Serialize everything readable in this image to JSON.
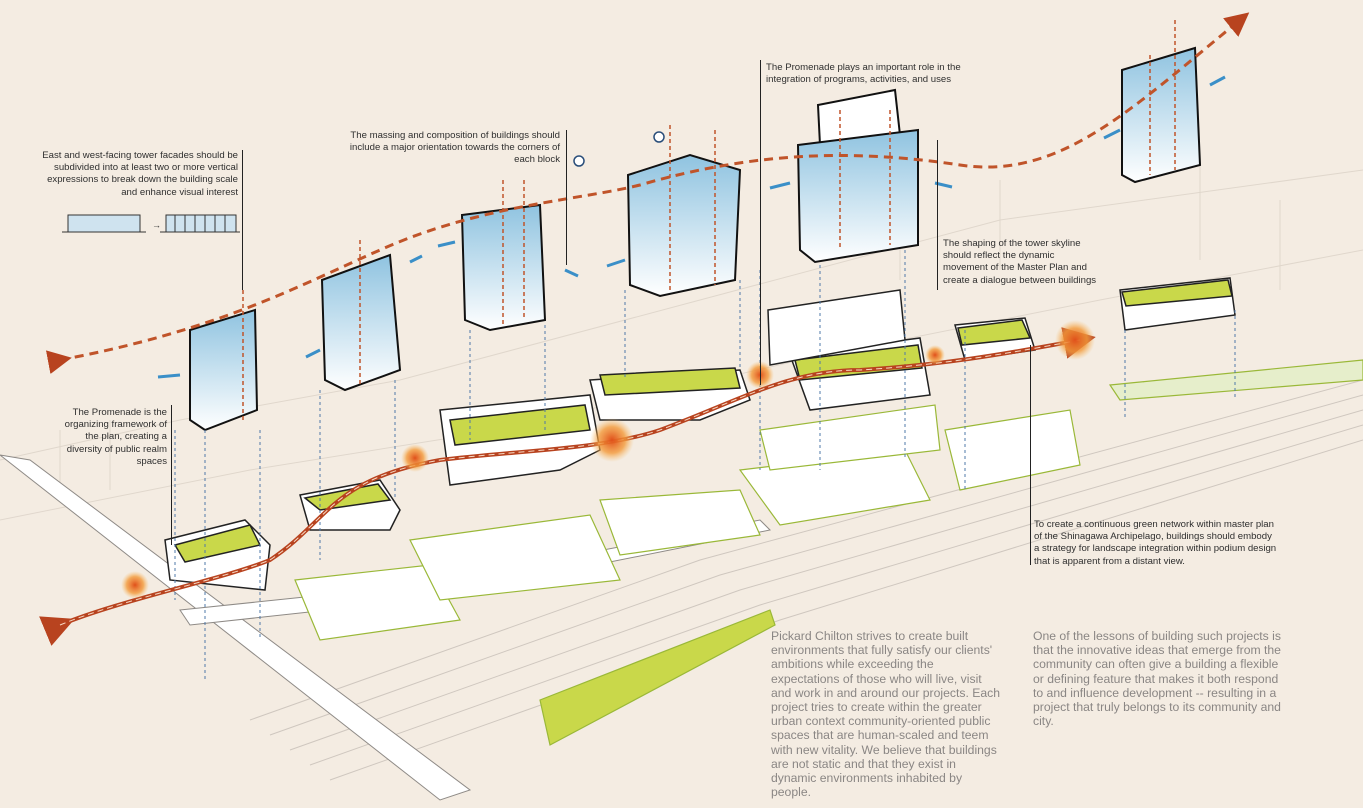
{
  "annotations": {
    "facade": "East and west-facing tower facades should be subdivided into at least two or more vertical expressions to break down the building scale and enhance visual interest",
    "massing": "The massing and composition of buildings should include a major orientation towards the corners of each block",
    "promenade_role": "The Promenade plays an important role in the integration of programs, activities, and uses",
    "skyline": "The shaping of the tower skyline should reflect the dynamic movement of the Master Plan and create a dialogue between buildings",
    "promenade_framework": "The Promenade is the organizing framework of the plan, creating a diversity of public realm spaces",
    "green_network": "To create a continuous green network within master plan of the Shinagawa Archipelago, buildings should embody a strategy for landscape integration within podium design that is apparent from a distant view."
  },
  "body": {
    "left": "Pickard Chilton strives to create built environments that fully satisfy our clients' ambitions while exceeding the expectations of those who will live, visit and work in and around our projects. Each project tries to create within the greater urban context community-oriented public spaces that are human-scaled and teem with new vitality. We believe that buildings are not static and that they exist in dynamic environments inhabited by people.",
    "right": "One of the lessons of building such projects is that the innovative ideas that emerge from the community can often give a building a flexible or defining feature that makes it both respond to and influence development -- resulting in a project that truly belongs to its community and city."
  },
  "colors": {
    "background": "#f4ece2",
    "promenade": "#b8431f",
    "skyline_path": "#c0542a",
    "glass": "#8fc3e0",
    "green_roof": "#c9d84a",
    "body_text": "#8a8684"
  }
}
